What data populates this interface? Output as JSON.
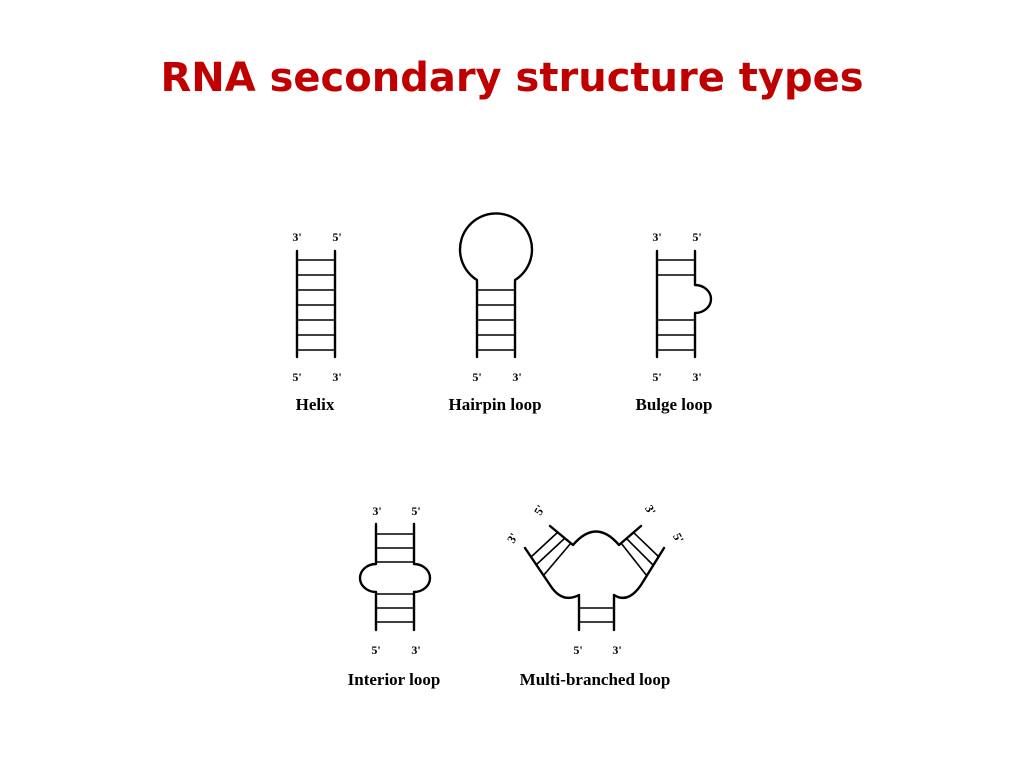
{
  "title": "RNA secondary structure types",
  "end_labels": {
    "three_prime": "3'",
    "five_prime": "5'"
  },
  "structures": {
    "helix": {
      "caption": "Helix"
    },
    "hairpin": {
      "caption": "Hairpin loop"
    },
    "bulge": {
      "caption": "Bulge loop"
    },
    "interior": {
      "caption": "Interior loop"
    },
    "multi": {
      "caption": "Multi-branched loop"
    }
  },
  "colors": {
    "title": "#c00000",
    "lines": "#000000"
  }
}
